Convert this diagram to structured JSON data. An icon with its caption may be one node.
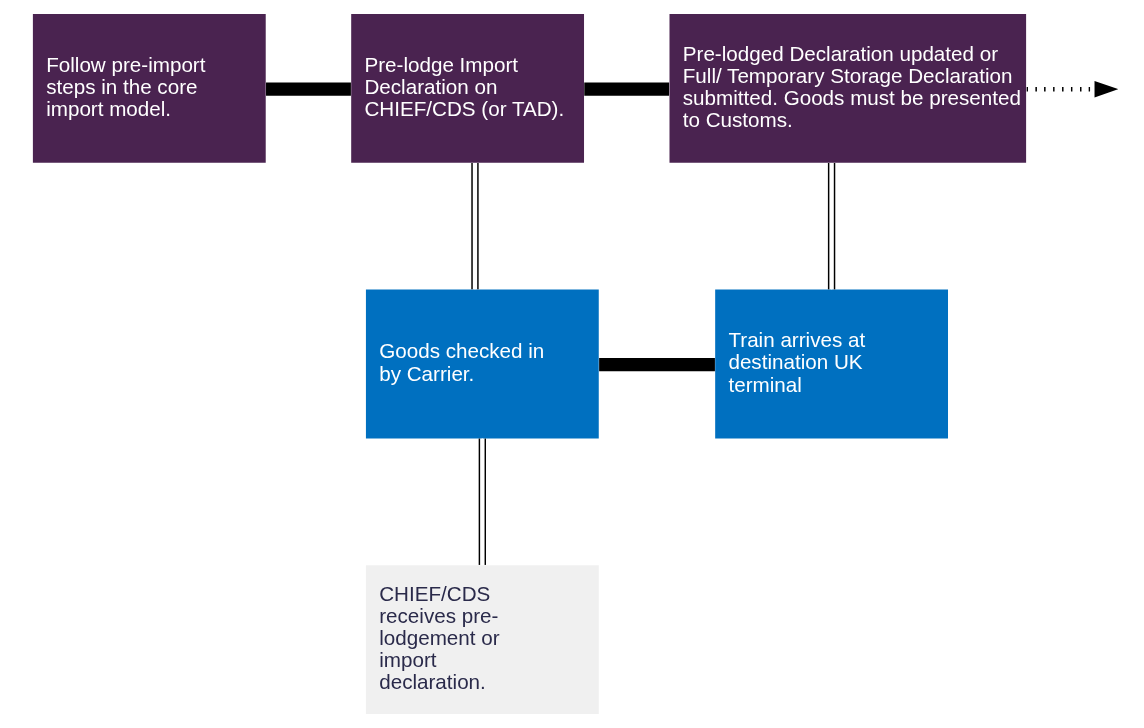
{
  "diagram": {
    "nodes": [
      {
        "text": [
          "Follow pre-import steps in the core import model."
        ]
      },
      {
        "text": [
          "Pre-lodge Import Declaration on CHIEF/CDS (or TAD)."
        ]
      },
      {
        "text": [
          "Pre-lodged Declaration updated or Full/ Temporary Storage Declaration submitted. Goods must be presented to Customs."
        ]
      },
      {
        "text": [
          "Goods checked in by Carrier."
        ]
      },
      {
        "text": [
          "Train arrives at destination UK terminal"
        ]
      },
      {
        "text": [
          "CHIEF/CDS receives pre-lodgement or import declaration."
        ]
      }
    ],
    "edges": [
      {
        "from": 0,
        "to": 1,
        "arrow": "none",
        "style": "thick"
      },
      {
        "from": 1,
        "to": 2,
        "arrow": "none",
        "style": "thick"
      },
      {
        "from": 1,
        "to": 3,
        "arrow": "none"
      },
      {
        "from": 2,
        "to": 4,
        "arrow": "none"
      },
      {
        "from": 3,
        "to": 4,
        "arrow": "none",
        "style": "thick"
      },
      {
        "from": 3,
        "to": 5,
        "arrow": "none"
      },
      {
        "from": 2,
        "to": null,
        "arrow": "to",
        "style": "dashed"
      }
    ]
  }
}
